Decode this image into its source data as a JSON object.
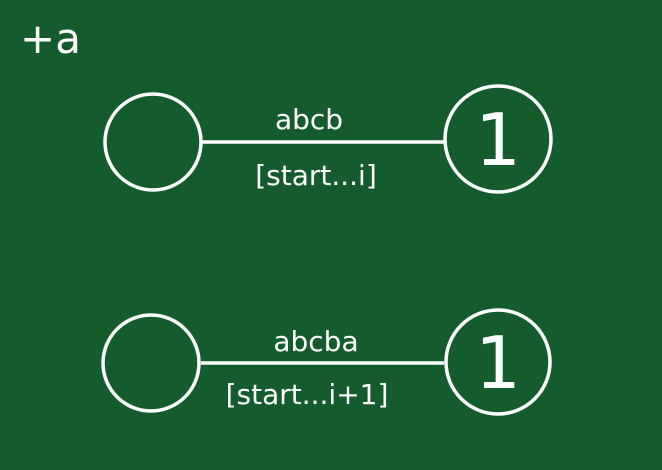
{
  "header": {
    "label": "+a"
  },
  "transitions": [
    {
      "edge_label": "abcb",
      "range_label": "[start...i]",
      "target_value": "1"
    },
    {
      "edge_label": "abcba",
      "range_label": "[start...i+1]",
      "target_value": "1"
    }
  ],
  "colors": {
    "background": "#155c2c",
    "foreground": "#ffffff"
  }
}
